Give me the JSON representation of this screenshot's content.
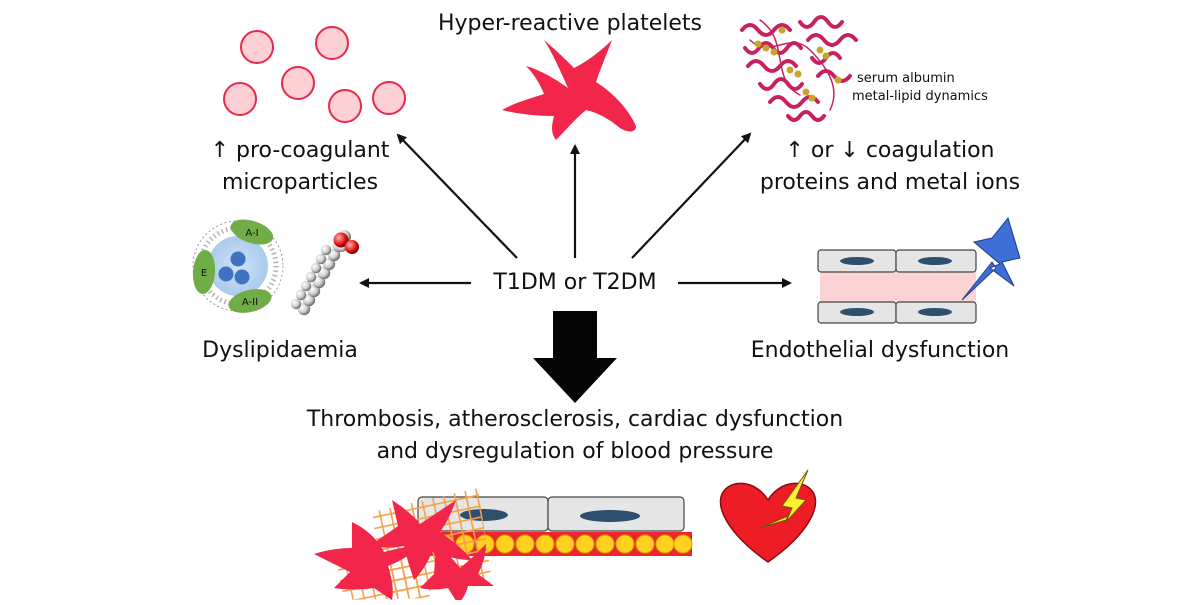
{
  "center": {
    "label": "T1DM or T2DM"
  },
  "platelets": {
    "label": "Hyper-reactive platelets"
  },
  "microparticles": {
    "line1": "↑ pro-coagulant",
    "line2": "microparticles"
  },
  "albumin": {
    "caption1": "serum albumin",
    "caption2": "metal-lipid dynamics",
    "line1": "↑ or ↓ coagulation",
    "line2": "proteins and metal ions"
  },
  "dyslipidaemia": {
    "label": "Dyslipidaemia",
    "lipoprotein_labels": {
      "apo_a1": "A-I",
      "apo_a2": "A-II",
      "apo_e": "E"
    }
  },
  "endothelial": {
    "label": "Endothelial dysfunction"
  },
  "outcome": {
    "line1": "Thrombosis, atherosclerosis, cardiac dysfunction",
    "line2": "and dysregulation of blood pressure"
  },
  "colors": {
    "platelet": "#f2264b",
    "microparticle_fill": "#fdd0d5",
    "microparticle_stroke": "#e8294a",
    "apolipoprotein": "#70ad47",
    "endothelium_lumen": "#fbd3d3",
    "lightning": "#3d6fd6",
    "heart": "#ee1c25",
    "heart_bolt": "#ffee33",
    "mesh": "#f5a04a",
    "foam_cells": "#ffd020",
    "albumin_ribbon": "#c8215f"
  }
}
